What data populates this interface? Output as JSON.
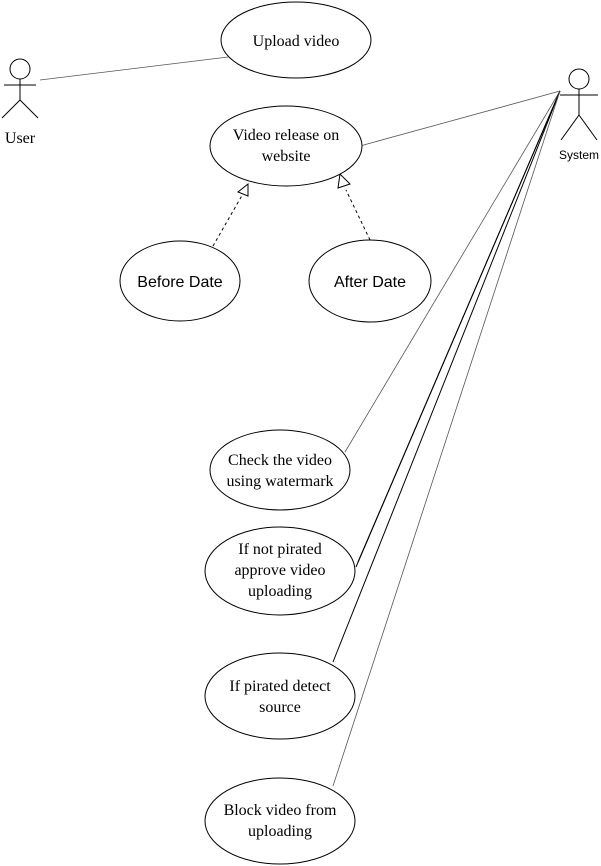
{
  "actors": {
    "user": {
      "label": "User"
    },
    "system": {
      "label": "System"
    }
  },
  "use_cases": {
    "upload_video": {
      "lines": [
        "Upload video"
      ]
    },
    "video_release": {
      "lines": [
        "Video release on",
        "website"
      ]
    },
    "before_date": {
      "lines": [
        "Before Date"
      ]
    },
    "after_date": {
      "lines": [
        "After Date"
      ]
    },
    "check_watermark": {
      "lines": [
        "Check the video",
        "using watermark"
      ]
    },
    "not_pirated": {
      "lines": [
        "If not pirated",
        "approve video",
        "uploading"
      ]
    },
    "pirated_detect": {
      "lines": [
        "If pirated detect",
        "source"
      ]
    },
    "block_video": {
      "lines": [
        "Block video from",
        "uploading"
      ]
    }
  }
}
